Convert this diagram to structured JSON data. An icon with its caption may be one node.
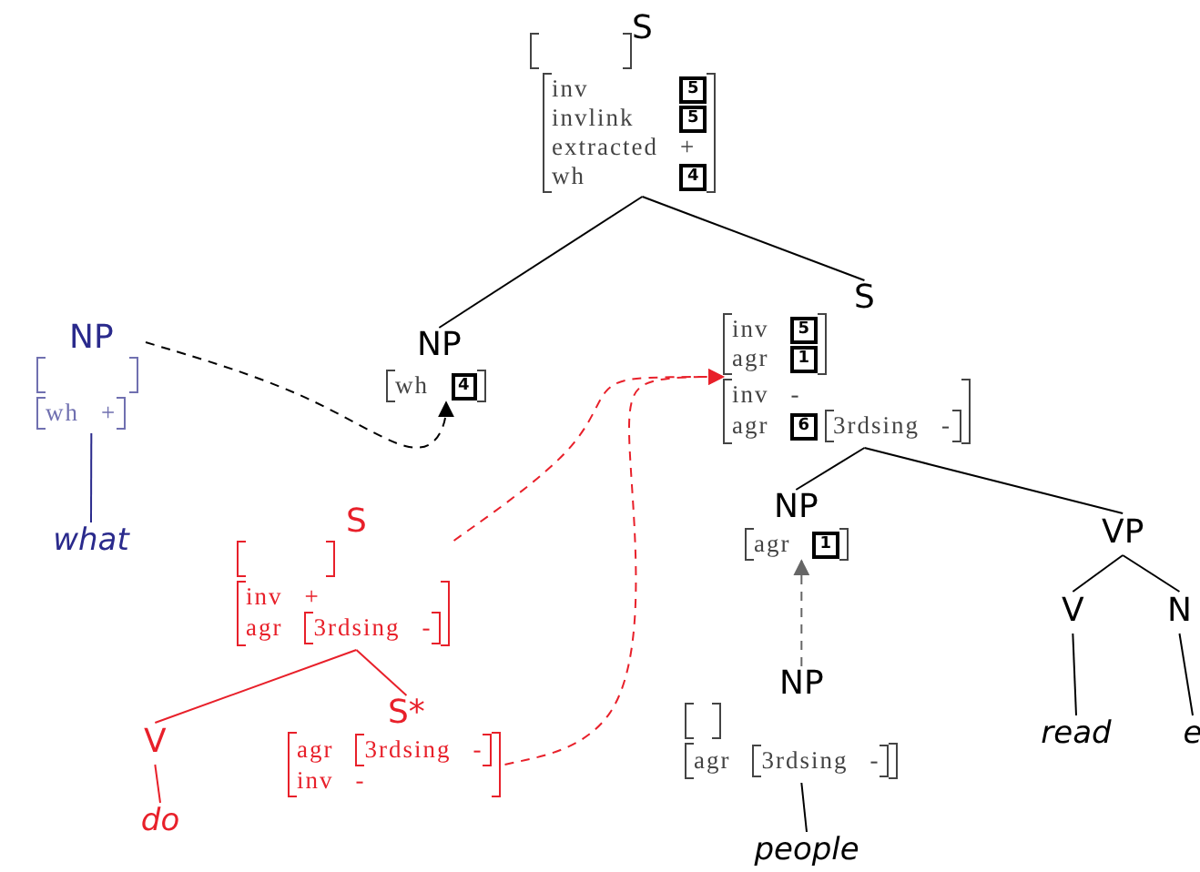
{
  "diagram": {
    "nodes": [
      {
        "text": [
          "S",
          "inv",
          "5",
          "invlink",
          "5",
          "extracted",
          "+",
          "wh",
          "4"
        ]
      },
      {
        "text": [
          "NP",
          "wh",
          "+"
        ]
      },
      {
        "text": [
          "NP",
          "wh",
          "4"
        ]
      },
      {
        "text": [
          "S",
          "inv",
          "5",
          "agr",
          "1",
          "inv",
          "-",
          "agr",
          "6",
          "3rdsing",
          "-"
        ]
      },
      {
        "text": [
          "what"
        ]
      },
      {
        "text": [
          "S",
          "inv",
          "+",
          "agr",
          "3rdsing",
          "-"
        ]
      },
      {
        "text": [
          "NP",
          "agr",
          "1"
        ]
      },
      {
        "text": [
          "VP"
        ]
      },
      {
        "text": [
          "V"
        ]
      },
      {
        "text": [
          "S*",
          "agr",
          "3rdsing",
          "-",
          "inv",
          "-"
        ]
      },
      {
        "text": [
          "V"
        ]
      },
      {
        "text": [
          "N"
        ]
      },
      {
        "text": [
          "NP",
          "agr",
          "3rdsing",
          "-"
        ]
      },
      {
        "text": [
          "do"
        ]
      },
      {
        "text": [
          "read"
        ]
      },
      {
        "text": [
          "e"
        ]
      },
      {
        "text": [
          "people"
        ]
      }
    ],
    "edges": [
      {
        "from": 0,
        "to": 2,
        "arrow": "none"
      },
      {
        "from": 0,
        "to": 3,
        "arrow": "none"
      },
      {
        "from": 3,
        "to": 6,
        "arrow": "none"
      },
      {
        "from": 3,
        "to": 7,
        "arrow": "none"
      },
      {
        "from": 7,
        "to": 10,
        "arrow": "none"
      },
      {
        "from": 7,
        "to": 11,
        "arrow": "none"
      },
      {
        "from": 10,
        "to": 14,
        "arrow": "none"
      },
      {
        "from": 11,
        "to": 15,
        "arrow": "none"
      },
      {
        "from": 1,
        "to": 4,
        "arrow": "none",
        "color": "#2a2a8c"
      },
      {
        "from": 5,
        "to": 8,
        "arrow": "none",
        "color": "#e8202a"
      },
      {
        "from": 5,
        "to": 9,
        "arrow": "none",
        "color": "#e8202a"
      },
      {
        "from": 8,
        "to": 13,
        "arrow": "none",
        "color": "#e8202a"
      },
      {
        "from": 12,
        "to": 16,
        "arrow": "none"
      },
      {
        "from": 1,
        "to": 2,
        "arrow": "to",
        "style": "dashed"
      },
      {
        "from": 5,
        "to": 3,
        "arrow": "to",
        "style": "dashed",
        "color": "#e8202a"
      },
      {
        "from": 9,
        "to": 3,
        "arrow": "to",
        "style": "dashed",
        "color": "#e8202a"
      },
      {
        "from": 12,
        "to": 6,
        "arrow": "to",
        "style": "dashed",
        "color": "#666666"
      }
    ]
  }
}
